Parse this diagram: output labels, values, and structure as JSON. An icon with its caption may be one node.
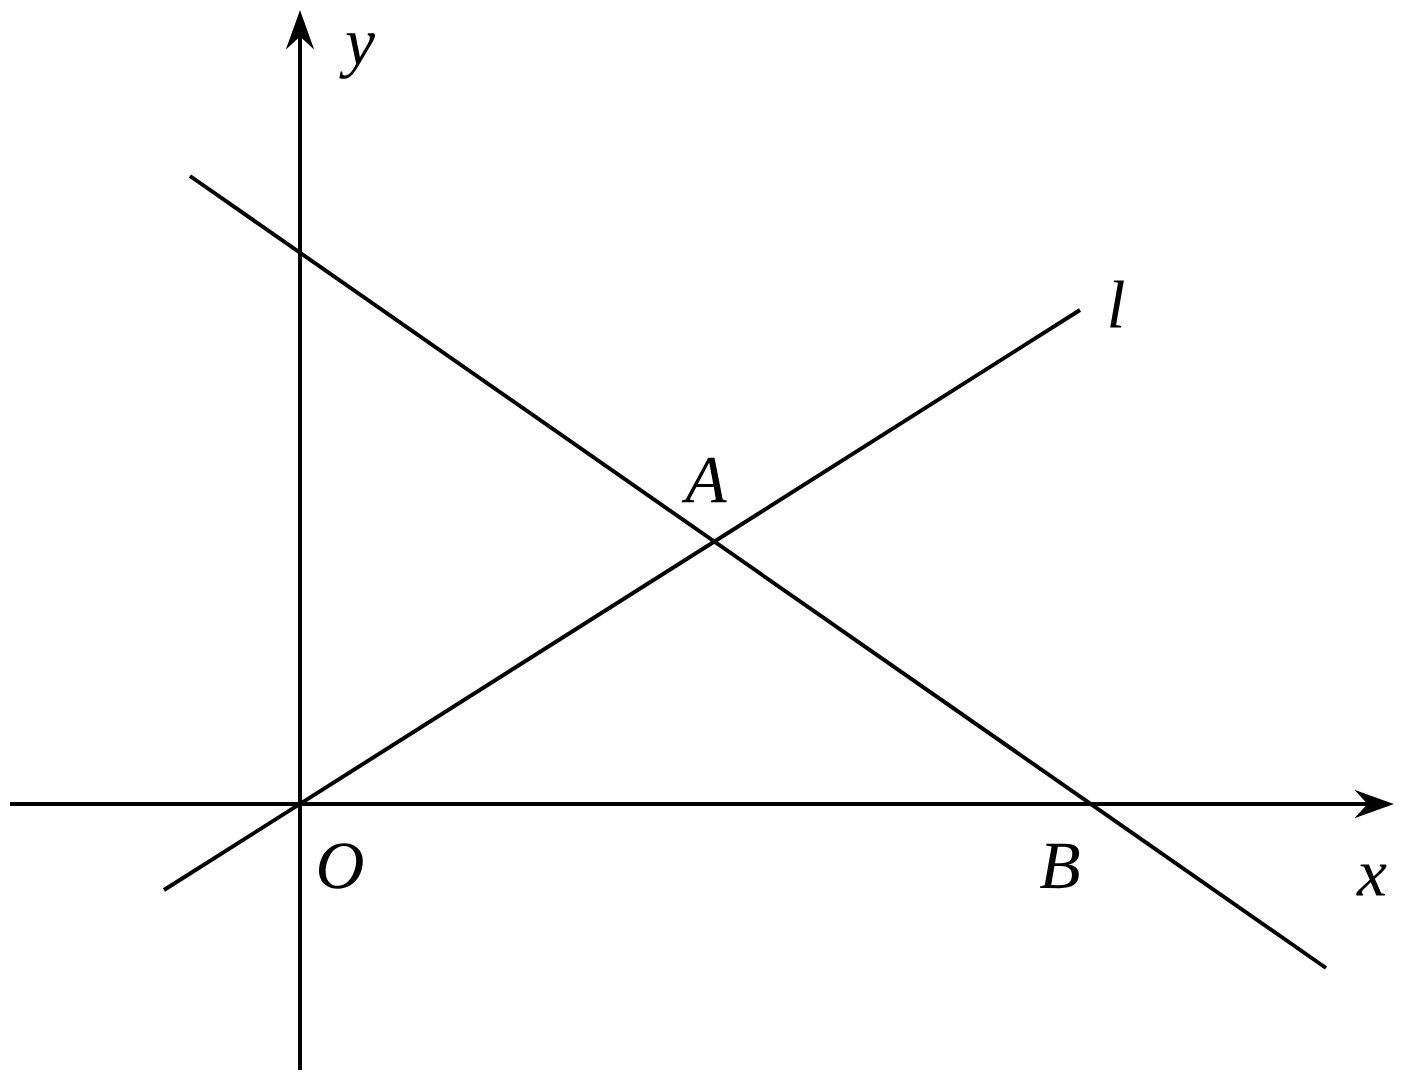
{
  "diagram": {
    "labels": [
      "y",
      "l",
      "A",
      "O",
      "B",
      "x"
    ]
  }
}
